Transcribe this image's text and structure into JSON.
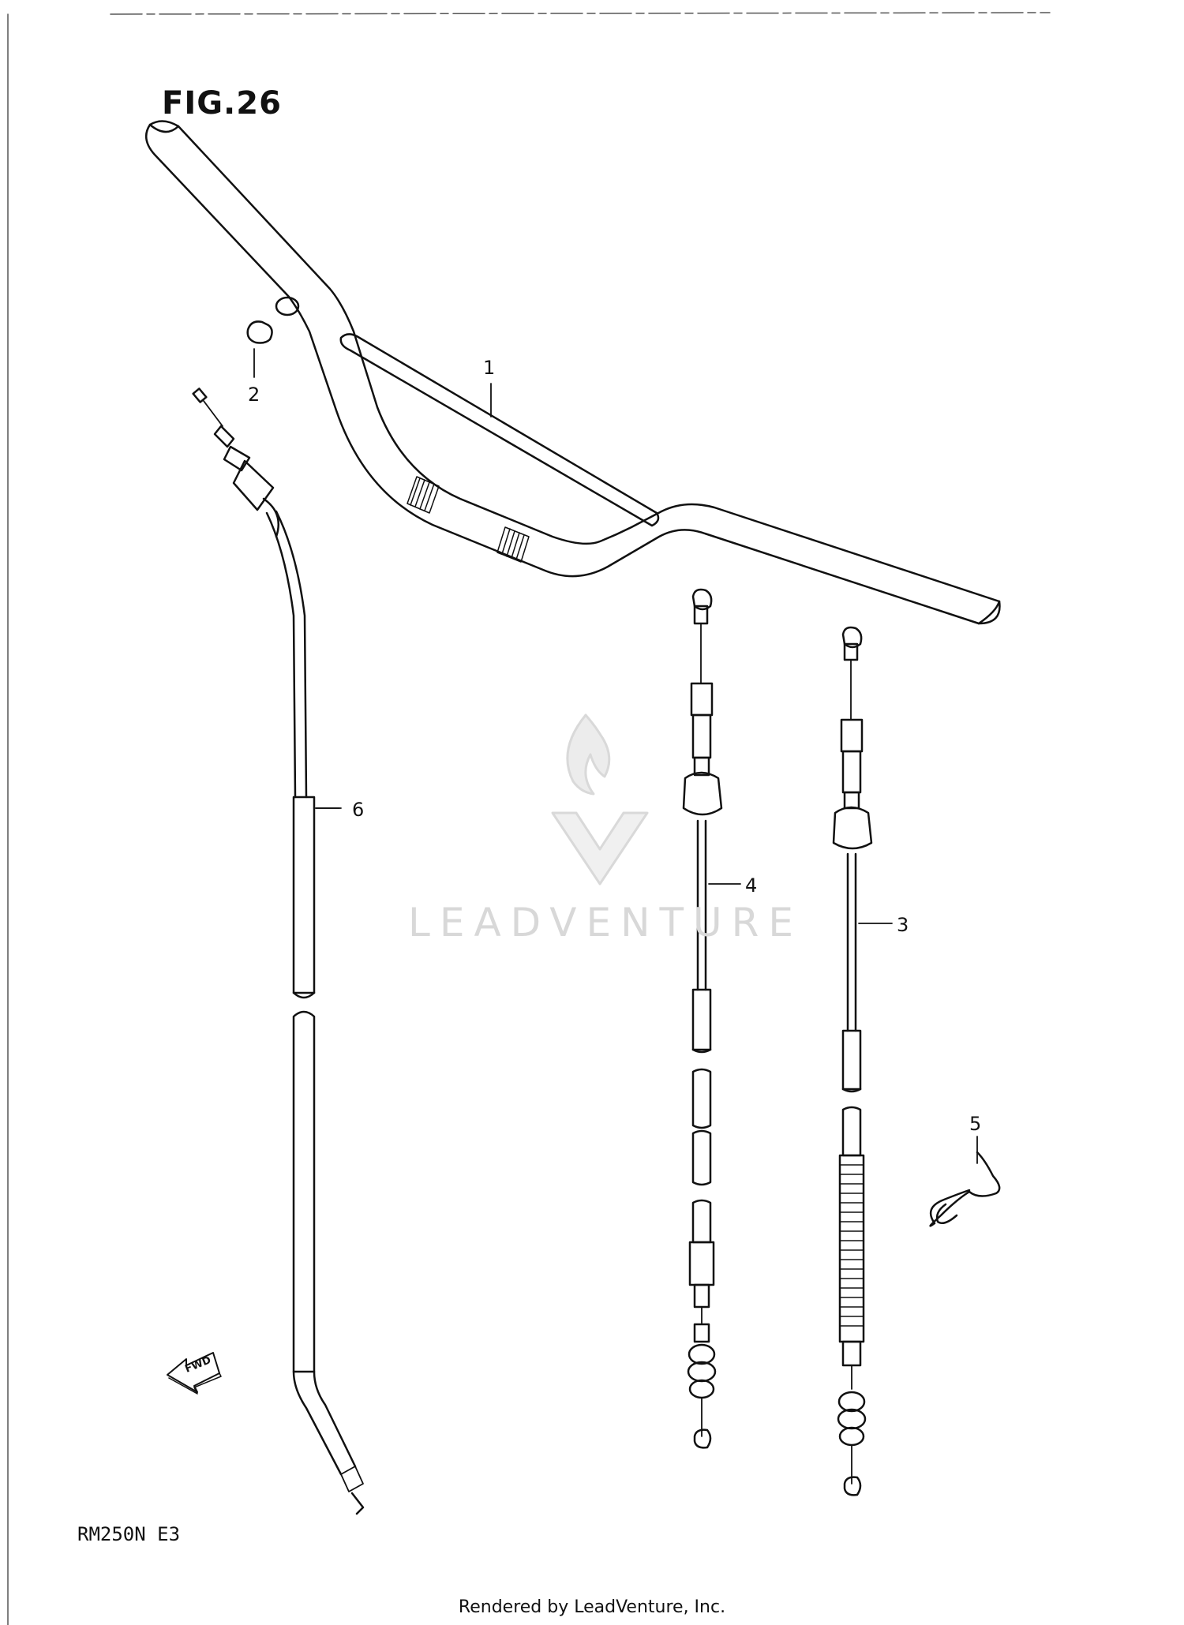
{
  "figure": {
    "title": "FIG.26"
  },
  "callouts": [
    {
      "label": "1"
    },
    {
      "label": "2"
    },
    {
      "label": "3"
    },
    {
      "label": "4"
    },
    {
      "label": "5"
    },
    {
      "label": "6"
    }
  ],
  "direction_marker": {
    "label": "FWD",
    "icon": "fwd-arrow-icon"
  },
  "model": {
    "code": "RM250N  E3"
  },
  "watermark": {
    "text": "LEADVENTURE"
  },
  "footer": {
    "credit": "Rendered by LeadVenture, Inc."
  }
}
